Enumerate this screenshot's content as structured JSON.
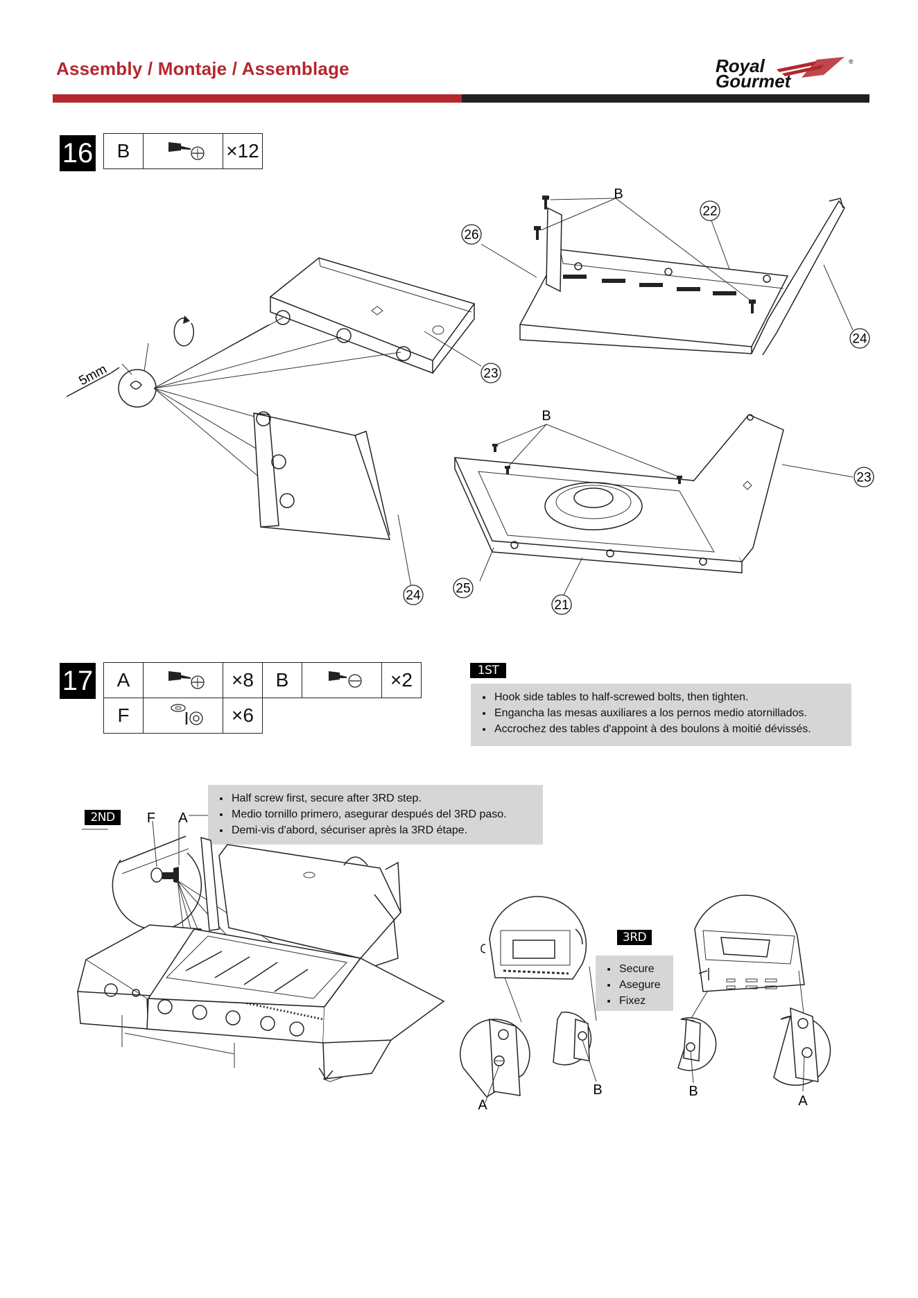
{
  "header": {
    "title": "Assembly / Montaje / Assemblage",
    "brand_line1": "Royal",
    "brand_line2": "Gourmet",
    "registered_mark": "®",
    "accent_color": "#b3272d",
    "dark_color": "#231f20"
  },
  "step16": {
    "number": "16",
    "parts": [
      {
        "letter": "B",
        "icon": "screw-bolt-icon",
        "qty": "×12"
      }
    ],
    "drawing_labels": {
      "b_upper": "B",
      "b_lower": "B",
      "gap": "5mm",
      "p22": "22",
      "p23_a": "23",
      "p23_b": "23",
      "p24_a": "24",
      "p24_b": "24",
      "p26": "26",
      "p25": "25",
      "p21": "21"
    }
  },
  "step17": {
    "number": "17",
    "parts": [
      {
        "letter": "A",
        "icon": "screw-bolt-icon",
        "qty": "×8"
      },
      {
        "letter": "B",
        "icon": "screw-bolt-icon",
        "qty": "×2"
      },
      {
        "letter": "F",
        "icon": "washer-icon",
        "qty": "×6"
      }
    ],
    "first": {
      "tag": "1ST",
      "notes": [
        "Hook side tables to half-screwed bolts, then tighten.",
        "Engancha las mesas auxiliares a los pernos medio atornillados.",
        "Accrochez des tables d'appoint à des boulons à moitié dévissés."
      ]
    },
    "second": {
      "tag": "2ND",
      "label_f": "F",
      "label_a": "A",
      "notes": [
        "Half screw first, secure after 3RD step.",
        "Medio tornillo primero, asegurar después del 3RD paso.",
        "Demi-vis d'abord, sécuriser après la 3RD étape."
      ]
    },
    "third": {
      "tag": "3RD",
      "notes": [
        "Secure",
        "Asegure",
        "Fixez"
      ],
      "labels": {
        "a_left": "A",
        "b_left": "B",
        "b_right": "B",
        "a_right": "A"
      }
    }
  }
}
